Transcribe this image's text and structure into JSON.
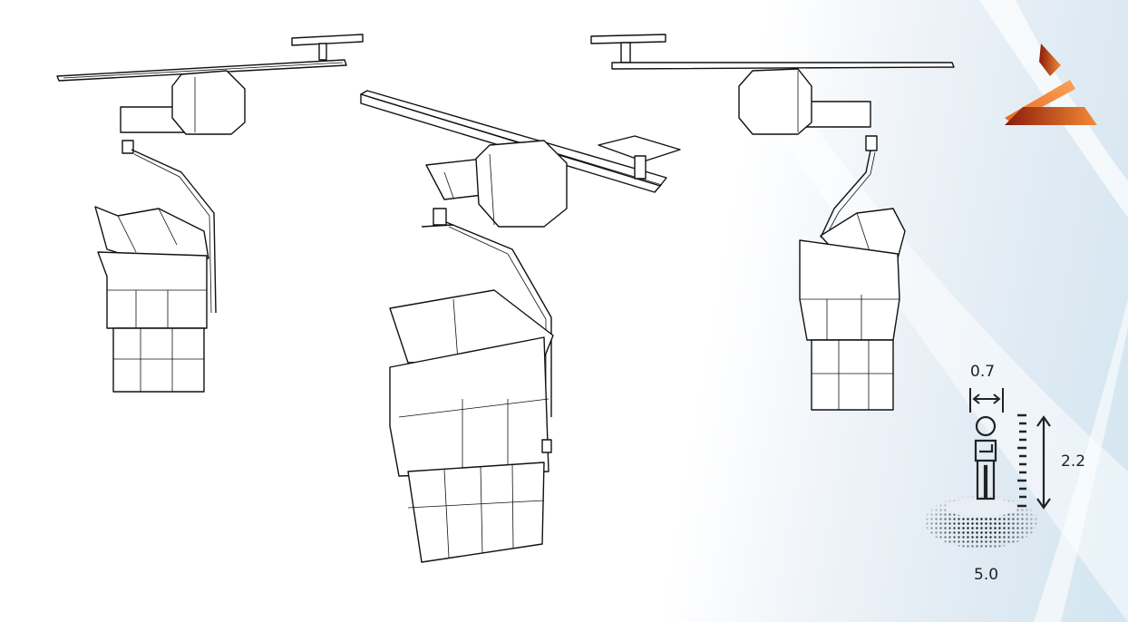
{
  "scale_legend": {
    "width_label": "0.7",
    "height_label": "2.2",
    "area_label": "5.0"
  },
  "colors": {
    "logo_orange": "#f07a2a",
    "logo_dark": "#8a1c0a",
    "background_blue": "#d3e6f2"
  },
  "icons": [
    "logo-icon",
    "person-icon",
    "ruler-icon",
    "double-arrow-icon"
  ]
}
